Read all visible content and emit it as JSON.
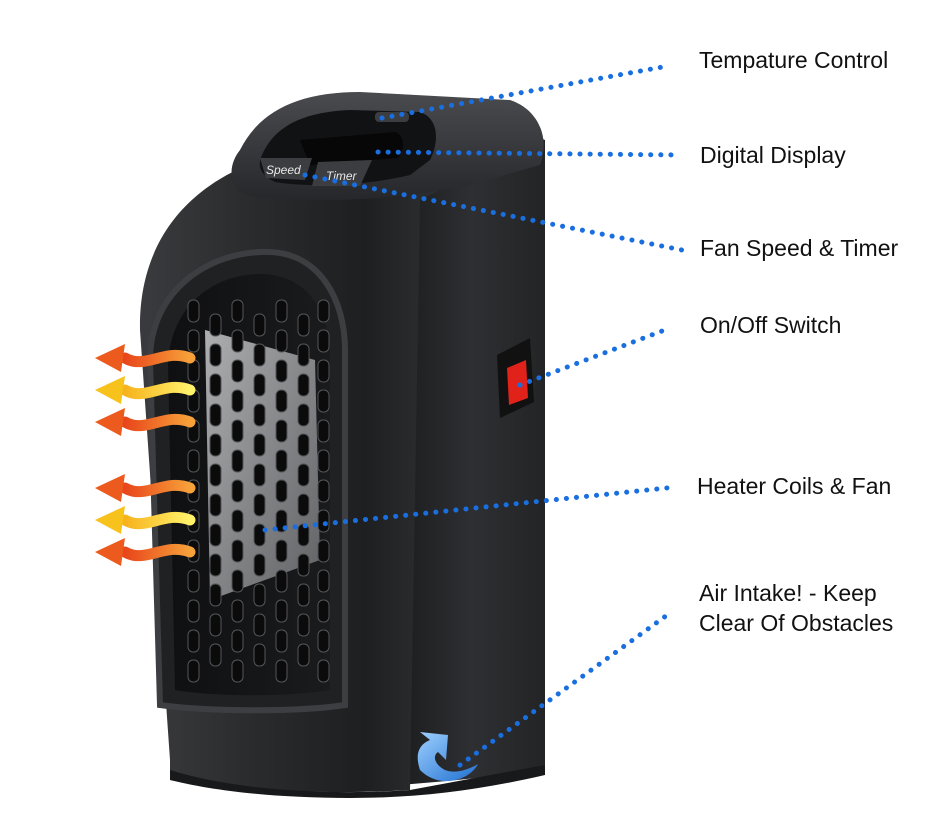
{
  "labels": {
    "temperature_control": "Tempature Control",
    "digital_display": "Digital Display",
    "fan_speed_timer": "Fan Speed & Timer",
    "on_off_switch": "On/Off Switch",
    "heater_coils_fan": "Heater Coils & Fan",
    "air_intake_line1": "Air Intake! - Keep",
    "air_intake_line2": "Clear Of Obstacles"
  },
  "heater_buttons": {
    "speed": "Speed",
    "timer": "Timer"
  },
  "colors": {
    "leader_dots": "#1a6fe0",
    "body": "#2b2c2e",
    "switch_red": "#e0221b",
    "heat_arrow_orange": "#f07020",
    "heat_arrow_yellow": "#ffe23a",
    "intake_arrow": "#3b8fe0"
  }
}
